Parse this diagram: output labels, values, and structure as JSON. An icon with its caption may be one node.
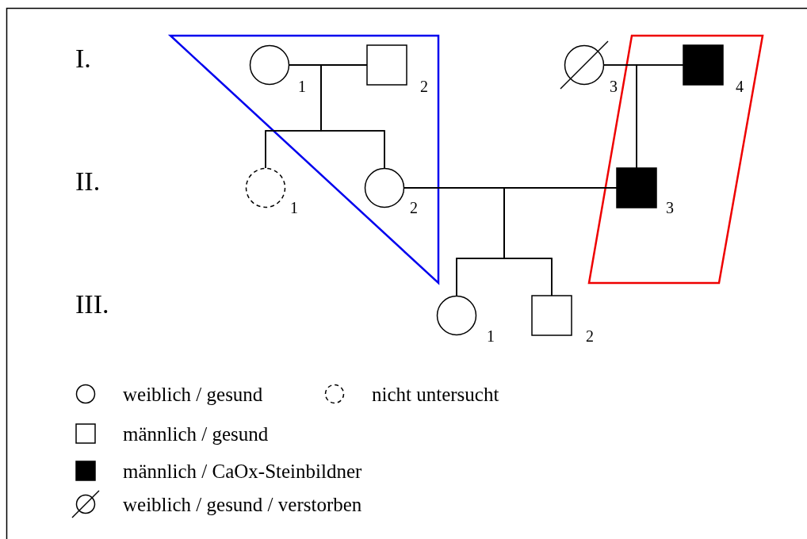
{
  "diagram": {
    "nodes": [
      {
        "text": [],
        "shape": "circle",
        "beside": [
          "1"
        ]
      },
      {
        "text": [],
        "shape": "box",
        "beside": [
          "2"
        ]
      },
      {
        "text": [],
        "shape": "circle",
        "beside": [
          "3"
        ]
      },
      {
        "text": [],
        "shape": "box",
        "beside": [
          "4"
        ]
      },
      {
        "text": [],
        "shape": "circle",
        "beside": [
          "1"
        ]
      },
      {
        "text": [],
        "shape": "circle",
        "beside": [
          "2"
        ]
      },
      {
        "text": [],
        "shape": "box",
        "beside": [
          "3"
        ]
      },
      {
        "text": [],
        "shape": "circle",
        "beside": [
          "1"
        ]
      },
      {
        "text": [],
        "shape": "box",
        "beside": [
          "2"
        ]
      }
    ],
    "edges": [
      {
        "from": 0,
        "to": 1,
        "arrow": "none"
      },
      {
        "from": 0,
        "to": 4,
        "arrow": "none"
      },
      {
        "from": 1,
        "to": 4,
        "arrow": "none"
      },
      {
        "from": 0,
        "to": 5,
        "arrow": "none"
      },
      {
        "from": 1,
        "to": 5,
        "arrow": "none"
      },
      {
        "from": 2,
        "to": 3,
        "arrow": "none"
      },
      {
        "from": 2,
        "to": 6,
        "arrow": "none"
      },
      {
        "from": 3,
        "to": 6,
        "arrow": "none"
      },
      {
        "from": 5,
        "to": 6,
        "arrow": "none"
      },
      {
        "from": 5,
        "to": 7,
        "arrow": "none"
      },
      {
        "from": 6,
        "to": 7,
        "arrow": "none"
      },
      {
        "from": 5,
        "to": 8,
        "arrow": "none"
      },
      {
        "from": 6,
        "to": 8,
        "arrow": "none"
      }
    ],
    "labels": [
      "I.",
      "II.",
      "III."
    ],
    "legend": [
      {
        "text": "weiblich / gesund"
      },
      {
        "text": "nicht untersucht"
      },
      {
        "text": "männlich / gesund"
      },
      {
        "text": "männlich / CaOx-Steinbildner"
      },
      {
        "text": "weiblich / gesund / verstorben"
      }
    ]
  }
}
